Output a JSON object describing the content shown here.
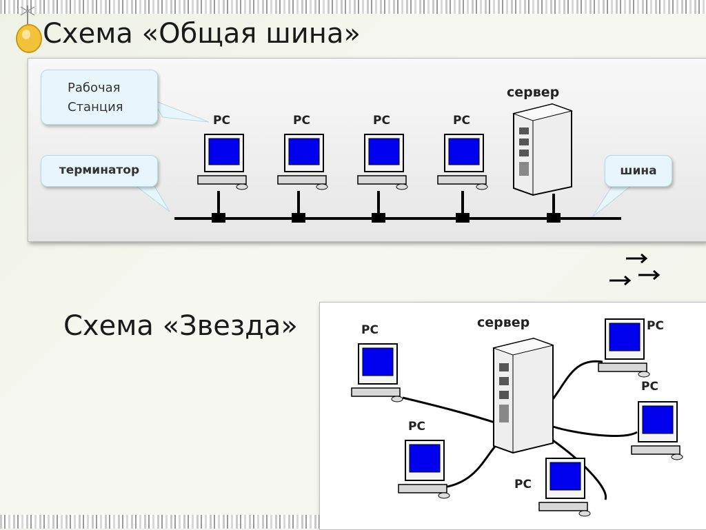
{
  "titles": {
    "bus_scheme": "Схема «Общая шина»",
    "star_scheme": "Схема «Звезда»"
  },
  "bus_diagram": {
    "workstation_callout": [
      "Рабочая",
      "Станция"
    ],
    "terminator_callout": "терминатор",
    "bus_callout": "шина",
    "server_label": "сервер",
    "pc_labels": [
      "PC",
      "PC",
      "PC",
      "PC"
    ]
  },
  "star_diagram": {
    "server_label": "сервер",
    "pc_labels": [
      "PC",
      "PC",
      "PC",
      "PC",
      "PC"
    ]
  },
  "colors": {
    "screen": "#0000ee",
    "callout_fill": "#e6f6fa",
    "bus_line": "#000000"
  },
  "icons": [
    "pushpin-icon",
    "arrow-right-icon"
  ]
}
